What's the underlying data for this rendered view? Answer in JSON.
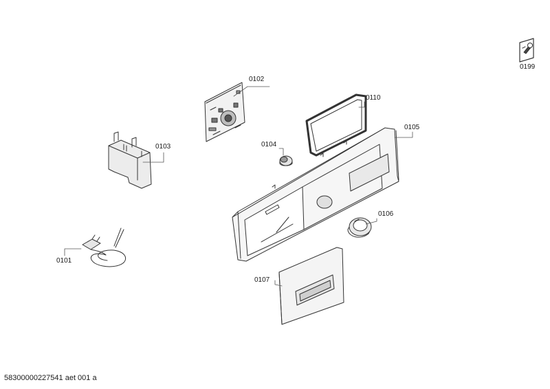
{
  "diagram": {
    "parts": [
      {
        "id": "p0101",
        "label": "0101"
      },
      {
        "id": "p0102",
        "label": "0102"
      },
      {
        "id": "p0103",
        "label": "0103"
      },
      {
        "id": "p0104",
        "label": "0104"
      },
      {
        "id": "p0105",
        "label": "0105"
      },
      {
        "id": "p0106",
        "label": "0106"
      },
      {
        "id": "p0107",
        "label": "0107"
      },
      {
        "id": "p0110",
        "label": "0110"
      }
    ],
    "tool_icon": {
      "label": "0199",
      "icon": "wrench-service-icon"
    },
    "footer": "58300000227541 aet 001 a"
  }
}
